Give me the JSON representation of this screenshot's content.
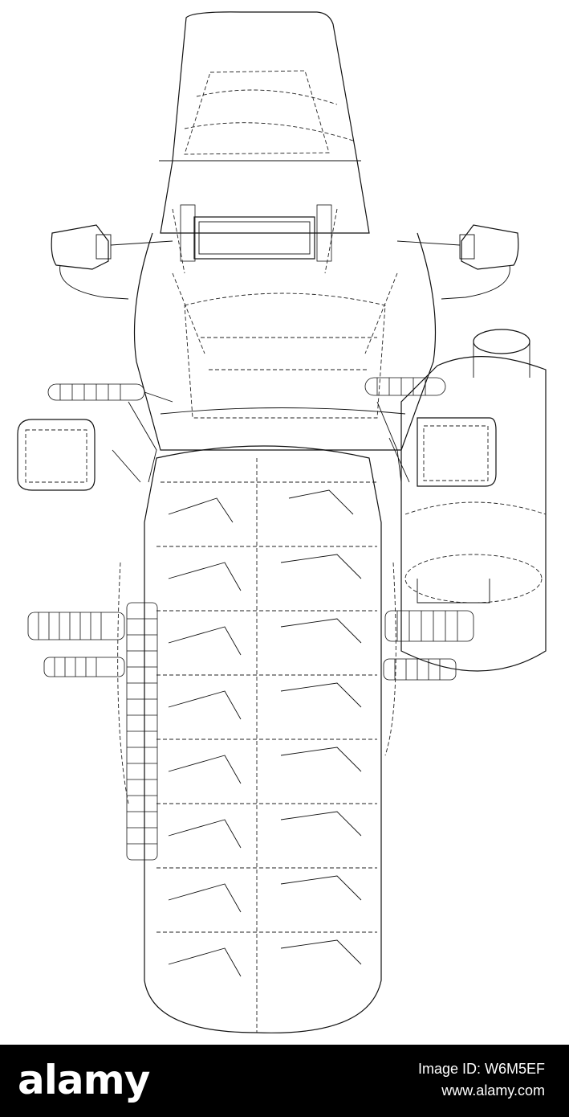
{
  "footer": {
    "logo_text": "alamy",
    "image_id": "Image ID: W6M5EF",
    "site": "www.alamy.com"
  },
  "colors": {
    "background": "#ffffff",
    "line": "#111111",
    "footer_bg": "#000000",
    "footer_text": "#ffffff"
  }
}
